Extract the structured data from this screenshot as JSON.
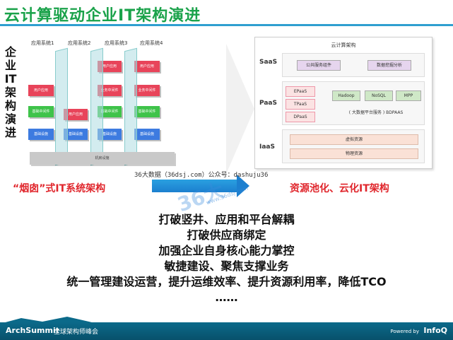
{
  "title": "云计算驱动企业IT架构演进",
  "vertical_title": "企业IT架构演进",
  "silo": {
    "systems": [
      "应用系统1",
      "应用系统2",
      "应用系统3",
      "应用系统4"
    ],
    "blocks": {
      "user": "用户应用",
      "middleware": "基础中间件",
      "infra": "基础设施",
      "business": "业务中间件",
      "base": "机房设施"
    }
  },
  "cloud": {
    "title": "云计算架构",
    "layers": [
      "SaaS",
      "PaaS",
      "IaaS"
    ],
    "saas_items": [
      "公共服务组件",
      "数据挖掘分析"
    ],
    "paas_left": [
      "EPaaS",
      "TPaaS",
      "DPaaS"
    ],
    "paas_right": [
      "Hadoop",
      "NoSQL",
      "MPP"
    ],
    "paas_caption": "( 大数据平台服务 ) BDPAAS",
    "iaas_items": [
      "虚拟资源",
      "物理资源"
    ]
  },
  "labels": {
    "left": "“烟囱”式IT系统架构",
    "right": "资源池化、云化IT架构"
  },
  "watermark": {
    "caption": "36大数据（36dsj.com）公众号：dashuju36",
    "logo": "36大",
    "url": "www.36dsj.com"
  },
  "bullets": [
    "打破竖井、应用和平台解耦",
    "打破供应商绑定",
    "加强企业自身核心能力掌控",
    "敏捷建设、聚焦支撑业务",
    "统一管理建设运营，提升运维效率、提升资源利用率，降低TCO",
    "……"
  ],
  "footer": {
    "brand": "ArchSummit",
    "brand_cn": "全球架构师峰会",
    "powered": "Powered by",
    "infoq": "InfoQ"
  },
  "colors": {
    "title_green": "#1aa24a",
    "accent_red": "#e0262c",
    "arrow_blue": "#1c7fcf",
    "footer": "#08516b"
  }
}
